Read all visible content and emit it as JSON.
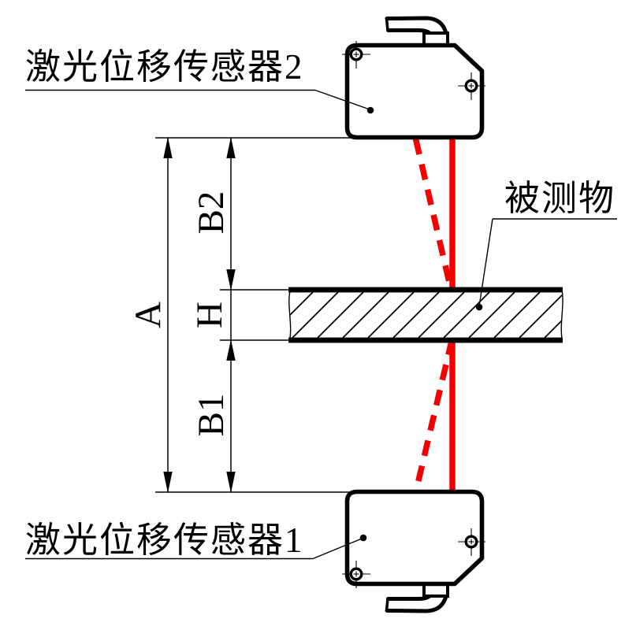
{
  "diagram": {
    "labels": {
      "sensor_top": "激光位移传感器2",
      "sensor_bottom": "激光位移传感器1",
      "measured_object": "被测物",
      "dim_total": "A",
      "dim_gap_top": "B2",
      "dim_thickness": "H",
      "dim_gap_bottom": "B1"
    },
    "colors": {
      "line": "#000000",
      "laser": "#f40000",
      "background": "#ffffff"
    }
  }
}
